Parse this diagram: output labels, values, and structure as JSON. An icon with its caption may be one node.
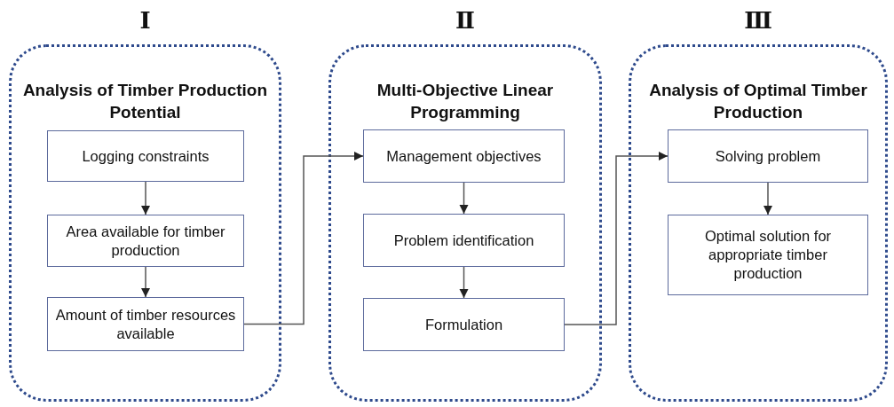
{
  "diagram": {
    "nodes": [
      {
        "text": [
          "Analysis of Timber Production Potential"
        ],
        "beside": [
          "Ⅰ"
        ]
      },
      {
        "text": [
          "Logging constraints"
        ],
        "in": 0
      },
      {
        "text": [
          "Area available for timber production"
        ],
        "in": 0
      },
      {
        "text": [
          "Amount of timber resources available"
        ],
        "in": 0
      },
      {
        "text": [
          "Multi-Objective Linear Programming"
        ],
        "beside": [
          "Ⅱ"
        ]
      },
      {
        "text": [
          "Management objectives"
        ],
        "in": 4
      },
      {
        "text": [
          "Problem identification"
        ],
        "in": 4
      },
      {
        "text": [
          "Formulation"
        ],
        "in": 4
      },
      {
        "text": [
          "Analysis of Optimal Timber Production"
        ],
        "beside": [
          "Ⅲ"
        ]
      },
      {
        "text": [
          "Solving problem"
        ],
        "in": 8
      },
      {
        "text": [
          "Optimal solution for appropriate timber production"
        ],
        "in": 8
      }
    ],
    "edges": [
      {
        "from": 1,
        "to": 2,
        "arrow": "to"
      },
      {
        "from": 2,
        "to": 3,
        "arrow": "to"
      },
      {
        "from": 3,
        "to": 5,
        "arrow": "to"
      },
      {
        "from": 5,
        "to": 6,
        "arrow": "to"
      },
      {
        "from": 6,
        "to": 7,
        "arrow": "to"
      },
      {
        "from": 7,
        "to": 9,
        "arrow": "to"
      },
      {
        "from": 9,
        "to": 10,
        "arrow": "to"
      }
    ]
  }
}
